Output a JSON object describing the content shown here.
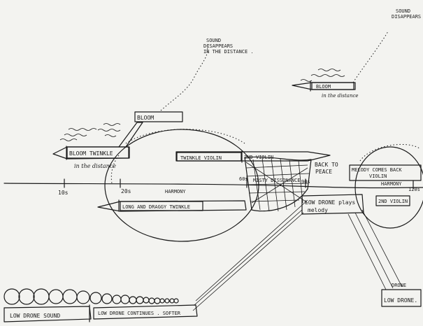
{
  "annotations": {
    "sound_disappears_top": "SOUND DISAPPEARS",
    "sound_disappears_distance": "SOUND DISAPPEARS IN THE DISTANCE .",
    "bloom_top": "BLOOM",
    "bloom_small": "BLOOM",
    "in_the_distance_small": "in the distance",
    "bloom_twinkle": "BLOOM TWINKLE",
    "in_the_distance": "in the distance",
    "twinkle_violin": "TWINKLE VIOLIN",
    "second_violin": "2ND VIOLIN",
    "back_to_peace": "BACK TO PEACE",
    "melody_comes_back": "MELODY COMES BACK VIOLIN",
    "harmony_left": "HARMONY",
    "harmony_right": "HARMONY",
    "mist_dissonance": "MISTY DISSONANCE",
    "long_draggy": "LONG AND DRAGGY TWINKLE",
    "low_drone_plays": "LOW DRONE plays melody",
    "second_violin_right": "2ND VIOLIN",
    "low_drone_sound": "LOW DRONE SOUND",
    "low_drone_continues": "LOW DRONE CONTINUES . SOFTER",
    "low_drone_right": "LOW DRONE.",
    "drone_top_right": "DRONE"
  },
  "timeline": {
    "t10": "10s",
    "t20": "20s",
    "t60": "60s",
    "t90": "90s",
    "t120": "120s"
  }
}
